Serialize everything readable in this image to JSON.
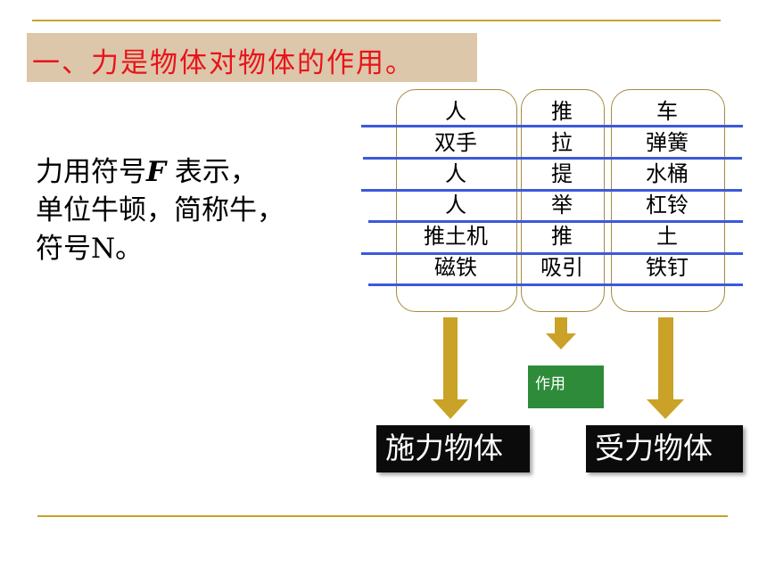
{
  "title": "一、力是物体对物体的作用。",
  "notes": {
    "line1_prefix": "力用符号",
    "line1_symbol": "F",
    "line1_suffix": " 表示，",
    "line2": "单位牛顿，简称牛，",
    "line3": "符号N。"
  },
  "table": {
    "rows": [
      {
        "agent": "人",
        "action": "推",
        "receiver": "车"
      },
      {
        "agent": "双手",
        "action": "拉",
        "receiver": "弹簧"
      },
      {
        "agent": "人",
        "action": "提",
        "receiver": "水桶"
      },
      {
        "agent": "人",
        "action": "举",
        "receiver": "杠铃"
      },
      {
        "agent": "推土机",
        "action": "推",
        "receiver": "土"
      },
      {
        "agent": "磁铁",
        "action": "吸引",
        "receiver": "铁钉"
      }
    ]
  },
  "action_label": "作用",
  "agent_label": "施力物体",
  "receiver_label": "受力物体",
  "colors": {
    "title_red": "#e8141b",
    "title_bg": "#ddc7aa",
    "rule_gold": "#c9a227",
    "arrow_gold": "#c9a227",
    "line_blue": "#3b59d9",
    "action_green": "#2e8b3a",
    "label_black": "#0b0b0b"
  }
}
